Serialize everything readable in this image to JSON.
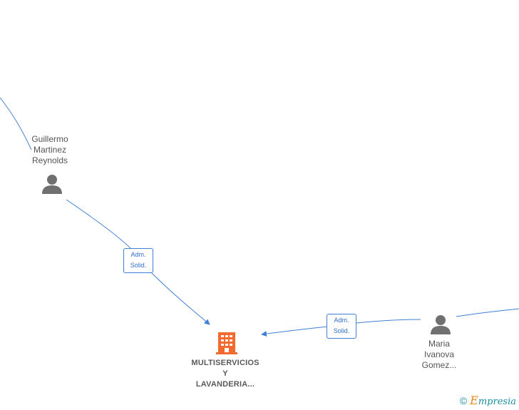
{
  "nodes": {
    "person_top": {
      "name_lines": [
        "Guillermo",
        "Martinez",
        "Reynolds"
      ],
      "icon": "person-icon"
    },
    "person_right": {
      "name_lines": [
        "Maria",
        "Ivanova",
        "Gomez..."
      ],
      "icon": "person-icon"
    },
    "company": {
      "name_lines": [
        "MULTISERVICIOS",
        "Y",
        "LAVANDERIA..."
      ],
      "icon": "building-icon"
    }
  },
  "edges": {
    "top_to_company": {
      "label_lines": [
        "Adm.",
        "Solid."
      ]
    },
    "right_to_company": {
      "label_lines": [
        "Adm.",
        "Solid."
      ]
    }
  },
  "colors": {
    "edge": "#3f7fd6",
    "person_icon": "#707070",
    "company_icon": "#f26a2e",
    "brand": "#1a8fa0",
    "brand_accent": "#f08a1c"
  },
  "brand": {
    "copyright": "©",
    "initial": "E",
    "rest": "mpresia"
  }
}
